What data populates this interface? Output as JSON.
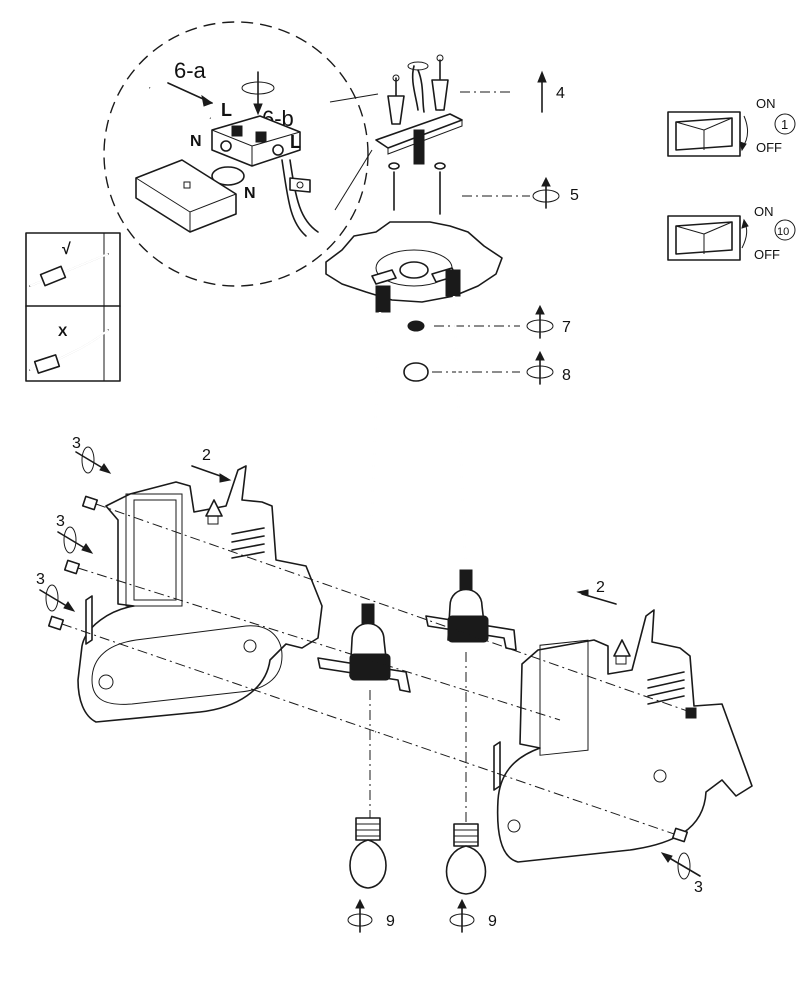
{
  "steps": {
    "s2a": "2",
    "s2b": "2",
    "s3a": "3",
    "s3b": "3",
    "s3c": "3",
    "s3d": "3",
    "s4": "4",
    "s5": "5",
    "s7": "7",
    "s8": "8",
    "s9a": "9",
    "s9b": "9"
  },
  "detail": {
    "s6a": "6-a",
    "s6b": "6-b",
    "live_label": "L",
    "neutral_label": "N"
  },
  "switch_panel": {
    "on_label": "ON",
    "off_label": "OFF",
    "circle_1": "1",
    "circle_10": "10"
  },
  "cable_check": {
    "correct_mark": "√",
    "wrong_mark": "X"
  }
}
